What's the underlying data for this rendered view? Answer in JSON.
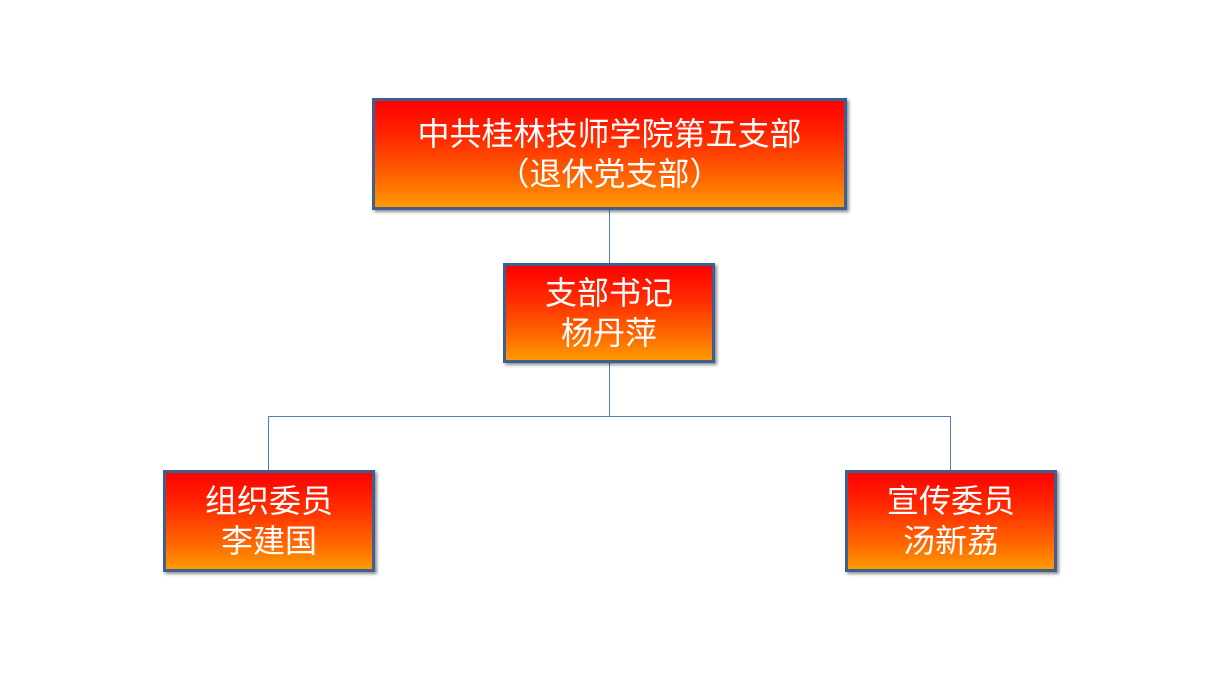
{
  "diagram": {
    "root": {
      "line1": "中共桂林技师学院第五支部",
      "line2": "（退休党支部）"
    },
    "secretary": {
      "role": "支部书记",
      "name": "杨丹萍"
    },
    "members": [
      {
        "role": "组织委员",
        "name": "李建国"
      },
      {
        "role": "宣传委员",
        "name": "汤新荔"
      }
    ]
  },
  "colors": {
    "box_top": "#ff0000",
    "box_bottom": "#ff9a00",
    "border": "#3f5e92",
    "connector": "#4f7fb8",
    "text": "#ffffff"
  }
}
